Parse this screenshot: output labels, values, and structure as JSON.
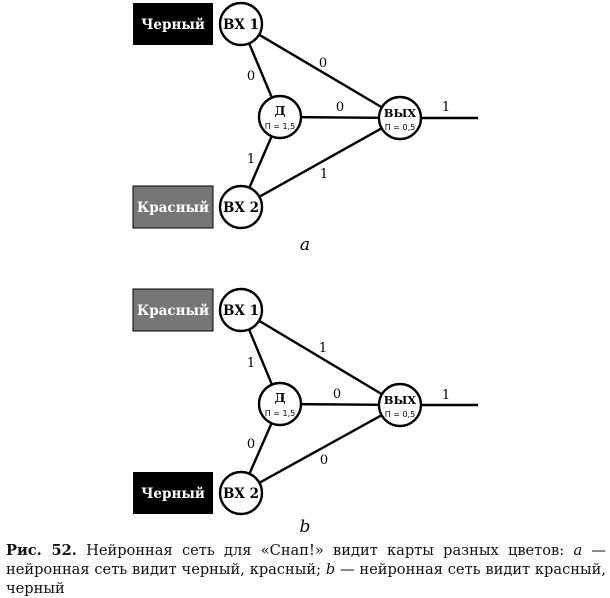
{
  "diagrams": [
    {
      "panel_label": "a",
      "inputs": [
        {
          "node": "ВХ 1",
          "color_label": "Черный",
          "box_color": "#000000",
          "text_color": "#ffffff"
        },
        {
          "node": "ВХ 2",
          "color_label": "Красный",
          "box_color": "#767676",
          "text_color": "#ffffff"
        }
      ],
      "hidden": {
        "label": "Д",
        "threshold": "П = 1,5"
      },
      "output": {
        "label": "ВЫХ",
        "threshold": "П = 0,5"
      },
      "weights": {
        "in1_hidden": "0",
        "in1_out": "0",
        "hidden_out": "0",
        "in2_hidden": "1",
        "in2_out": "1",
        "out": "1"
      }
    },
    {
      "panel_label": "b",
      "inputs": [
        {
          "node": "ВХ 1",
          "color_label": "Красный",
          "box_color": "#767676",
          "text_color": "#ffffff"
        },
        {
          "node": "ВХ 2",
          "color_label": "Черный",
          "box_color": "#000000",
          "text_color": "#ffffff"
        }
      ],
      "hidden": {
        "label": "Д",
        "threshold": "П = 1,5"
      },
      "output": {
        "label": "ВЫХ",
        "threshold": "П = 0,5"
      },
      "weights": {
        "in1_hidden": "1",
        "in1_out": "1",
        "hidden_out": "0",
        "in2_hidden": "0",
        "in2_out": "0",
        "out": "1"
      }
    }
  ],
  "caption": {
    "fig": "Рис. 52.",
    "text1": " Нейронная сеть для «Снап!» видит карты разных цветов: ",
    "a": "a",
    "text2": " — нейронная сеть видит черный, красный; ",
    "b": "b",
    "text3": " — нейронная сеть видит красный, черный"
  }
}
